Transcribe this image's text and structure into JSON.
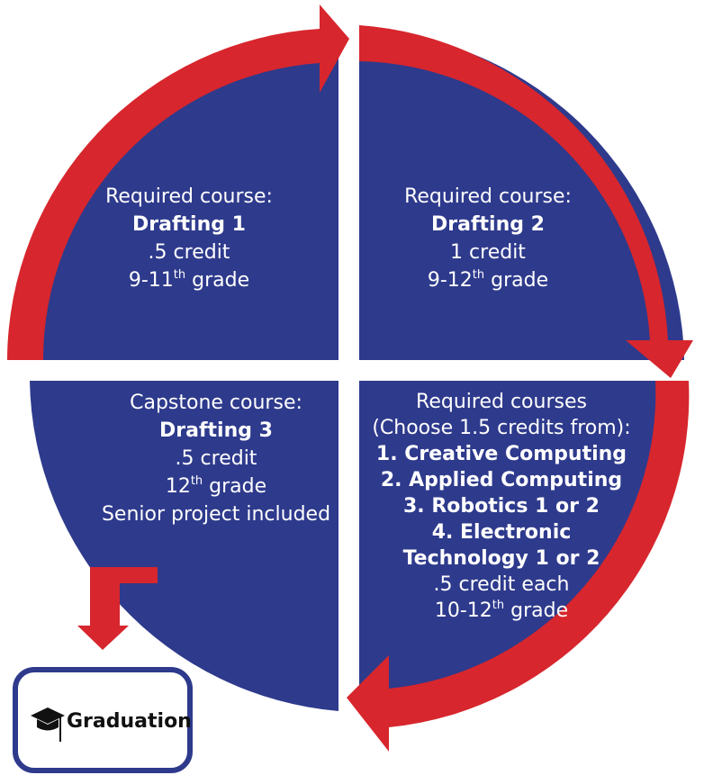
{
  "colors": {
    "quadrant_fill": "#2e3a8c",
    "arrow": "#d7262d",
    "graduation_border": "#2e3a8c"
  },
  "quadrants": [
    {
      "id": "top-left",
      "heading": "Required course:",
      "course": "Drafting 1",
      "credit": ".5 credit",
      "grade_num": "9-11",
      "grade_sup": "th",
      "grade_word": "grade"
    },
    {
      "id": "top-right",
      "heading": "Required course:",
      "course": "Drafting 2",
      "credit": "1 credit",
      "grade_num": "9-12",
      "grade_sup": "th",
      "grade_word": "grade"
    },
    {
      "id": "bottom-left",
      "heading": "Capstone course:",
      "course": "Drafting 3",
      "credit": ".5 credit",
      "grade_num": "12",
      "grade_sup": "th",
      "grade_word": "grade",
      "note": "Senior project included"
    },
    {
      "id": "bottom-right",
      "heading": "Required courses",
      "subheading": "(Choose 1.5 credits from):",
      "options": [
        "1. Creative Computing",
        "2. Applied Computing",
        "3. Robotics 1 or 2",
        "4. Electronic",
        "Technology 1 or 2"
      ],
      "credit": ".5 credit each",
      "grade_num": "10-12",
      "grade_sup": "th",
      "grade_word": "grade"
    }
  ],
  "graduation": {
    "label": "Graduation",
    "icon": "graduation-cap-icon"
  }
}
